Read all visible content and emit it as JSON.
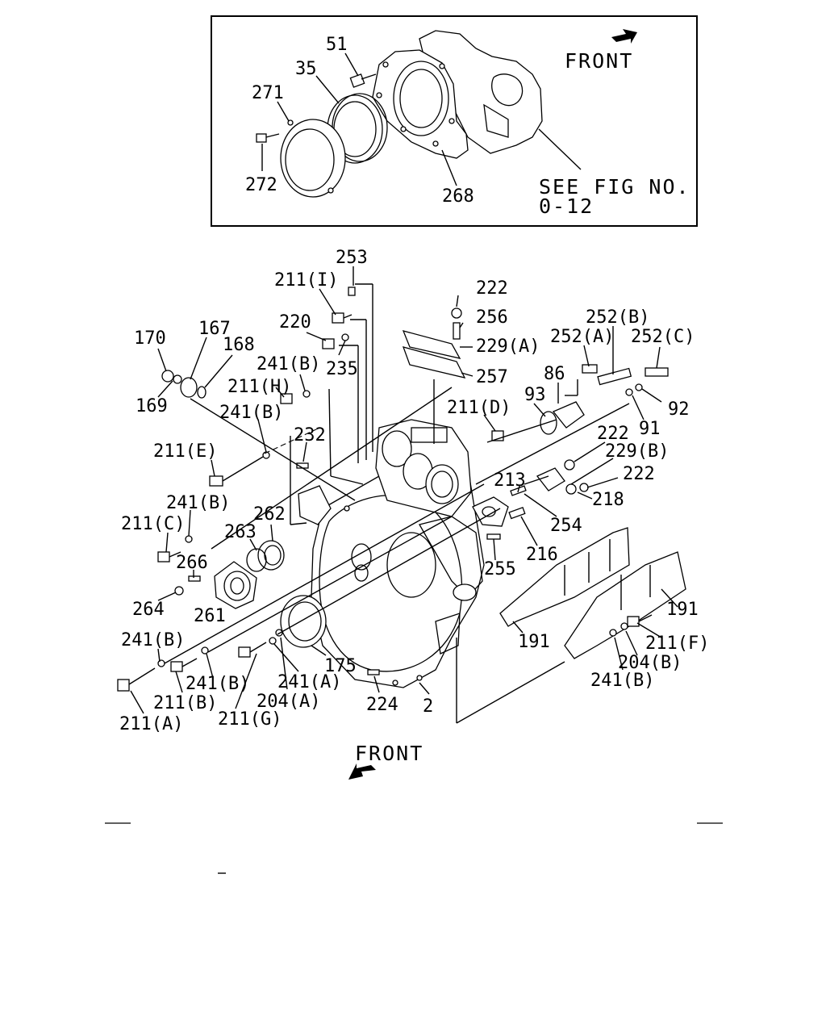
{
  "inset": {
    "front_label": "FRONT",
    "see_fig_line1": "SEE FIG NO.",
    "see_fig_line2": "0-12",
    "callouts": [
      "51",
      "35",
      "271",
      "272",
      "268"
    ]
  },
  "main": {
    "front_label": "FRONT",
    "callouts": [
      "253",
      "211(I)",
      "222",
      "256",
      "252(B)",
      "170",
      "167",
      "220",
      "229(A)",
      "252(A)",
      "252(C)",
      "168",
      "241(B)",
      "235",
      "257",
      "86",
      "169",
      "211(H)",
      "93",
      "211(D)",
      "92",
      "241(B)",
      "91",
      "232",
      "222",
      "211(E)",
      "229(B)",
      "222",
      "213",
      "241(B)",
      "218",
      "262",
      "211(C)",
      "254",
      "263",
      "216",
      "266",
      "255",
      "264",
      "261",
      "191",
      "191",
      "241(B)",
      "211(F)",
      "204(B)",
      "175",
      "241(B)",
      "241(B)",
      "241(A)",
      "211(B)",
      "204(A)",
      "224",
      "2",
      "211(G)",
      "211(A)"
    ]
  }
}
